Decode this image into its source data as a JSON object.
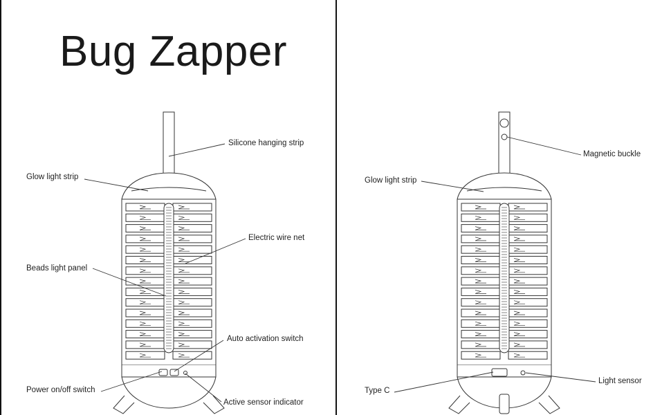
{
  "title": "Bug Zapper",
  "left_labels": {
    "silicone_hanging_strip": "Silicone hanging strip",
    "glow_light_strip": "Glow light strip",
    "electric_wire_net": "Electric wire net",
    "beads_light_panel": "Beads light panel",
    "auto_activation_switch": "Auto activation switch",
    "power_switch": "Power on/off switch",
    "active_sensor_indicator": "Active sensor indicator"
  },
  "right_labels": {
    "magnetic_buckle": "Magnetic buckle",
    "glow_light_strip": "Glow light strip",
    "type_c": "Type C",
    "light_sensor": "Light sensor"
  },
  "colors": {
    "line": "#333333",
    "background": "#ffffff"
  }
}
